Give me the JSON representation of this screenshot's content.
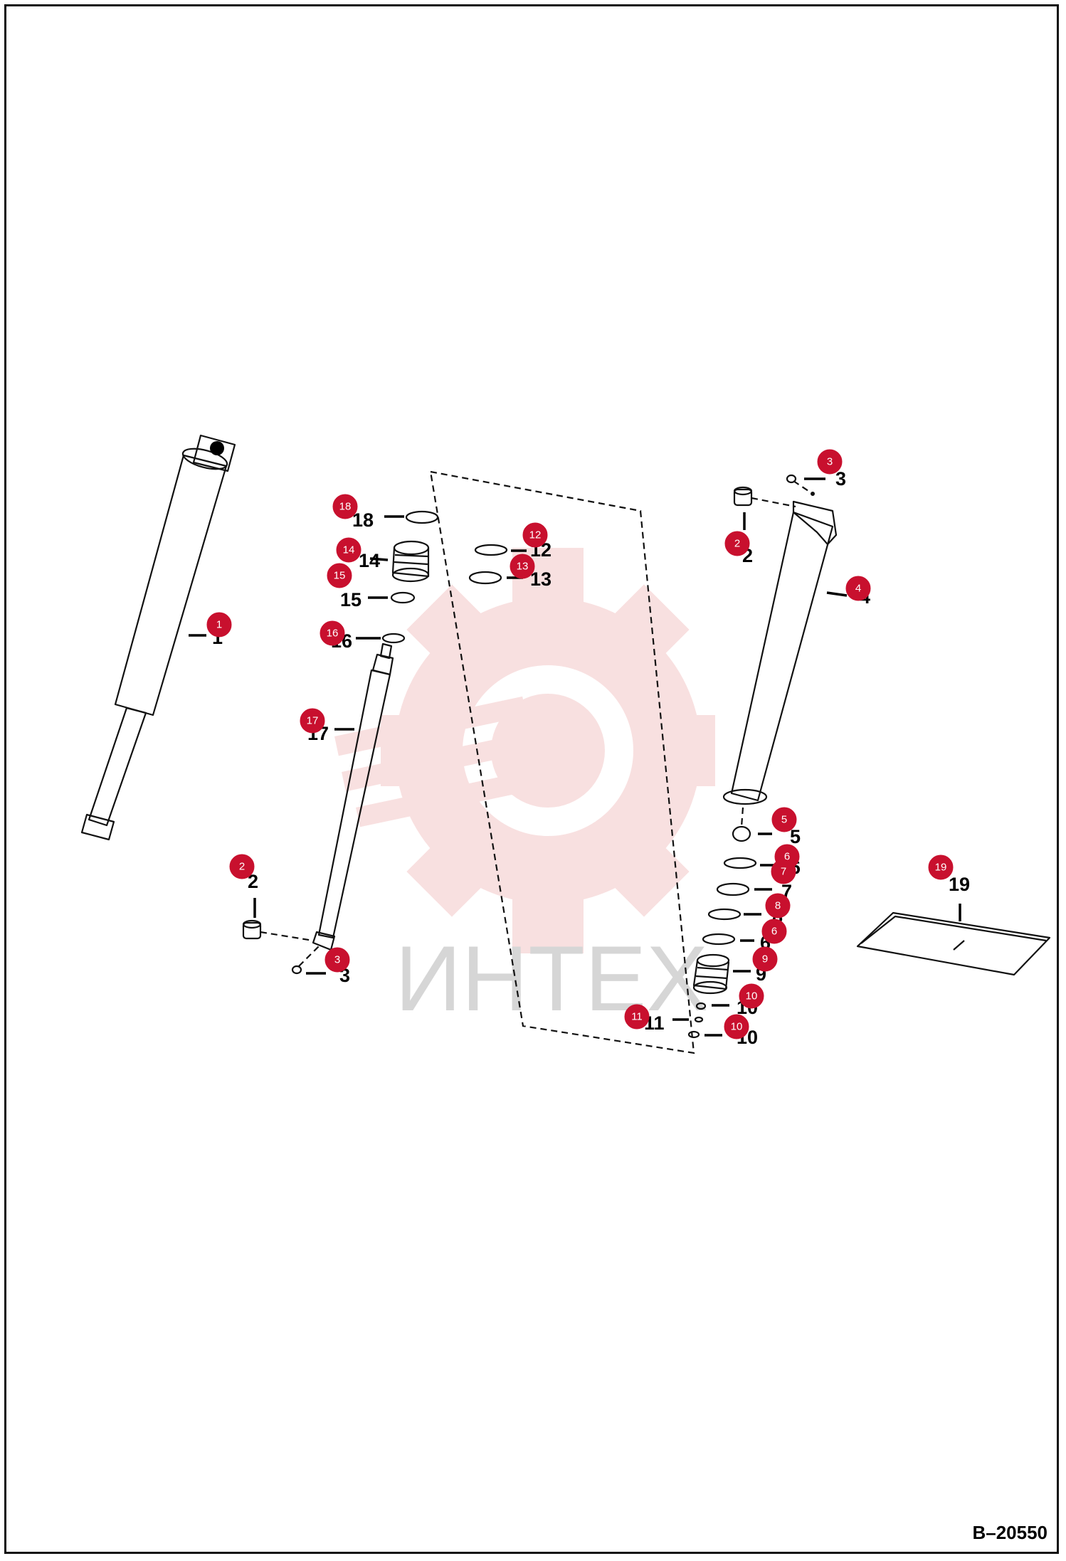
{
  "watermark": {
    "text": "ИНТЕХ",
    "color": "#f4c8c8"
  },
  "drawing_code": "B–20550",
  "callout_color": "#c8102e",
  "callouts": [
    "1",
    "2",
    "3",
    "4",
    "5",
    "6",
    "7",
    "8",
    "9",
    "10",
    "11",
    "12",
    "13",
    "14",
    "15",
    "16",
    "17",
    "18",
    "19"
  ],
  "printed_numbers": [
    "1",
    "2",
    "3",
    "4",
    "5",
    "6",
    "7",
    "8",
    "9",
    "10",
    "11",
    "12",
    "13",
    "14",
    "15",
    "16",
    "17",
    "18",
    "19"
  ]
}
